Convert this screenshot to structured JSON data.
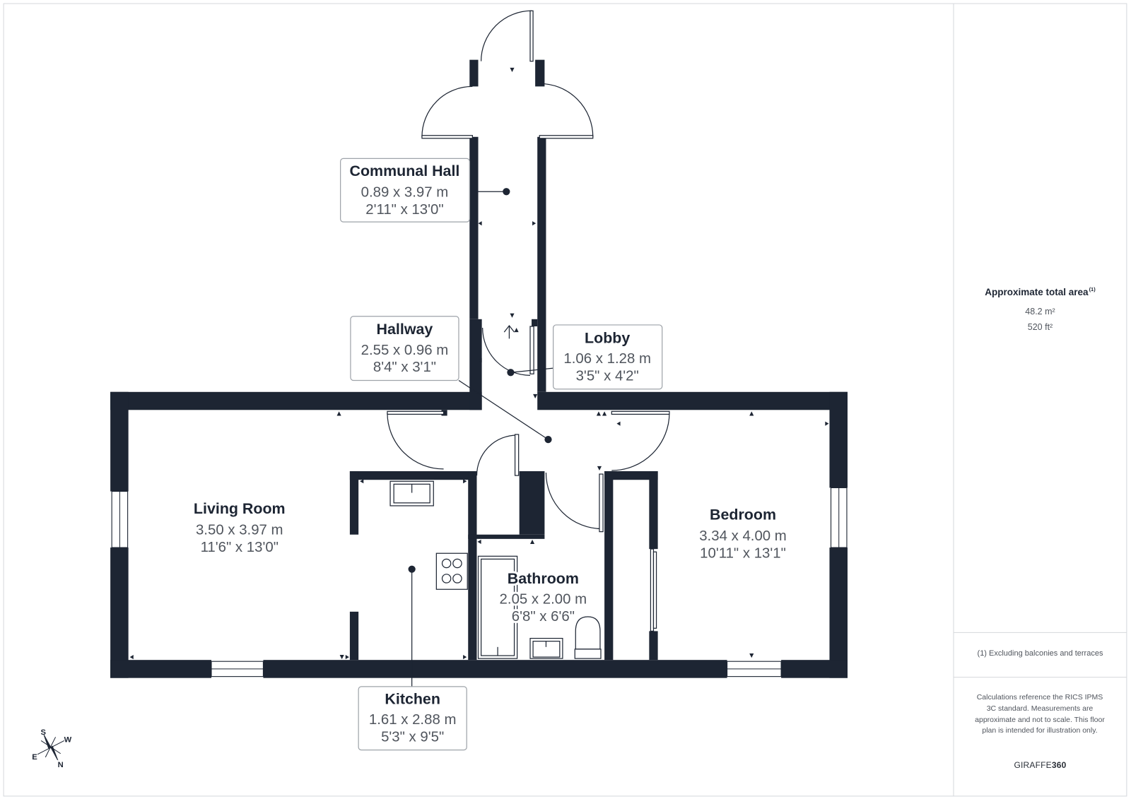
{
  "floor_plan": {
    "rooms": {
      "communal_hall": {
        "name": "Communal Hall",
        "metric": "0.89 x 3.97 m",
        "imperial": "2'11\" x 13'0\""
      },
      "hallway": {
        "name": "Hallway",
        "metric": "2.55 x 0.96 m",
        "imperial": "8'4\" x 3'1\""
      },
      "lobby": {
        "name": "Lobby",
        "metric": "1.06 x 1.28 m",
        "imperial": "3'5\" x 4'2\""
      },
      "living_room": {
        "name": "Living Room",
        "metric": "3.50 x 3.97 m",
        "imperial": "11'6\" x 13'0\""
      },
      "bedroom": {
        "name": "Bedroom",
        "metric": "3.34 x 4.00 m",
        "imperial": "10'11\" x 13'1\""
      },
      "bathroom": {
        "name": "Bathroom",
        "metric": "2.05 x 2.00 m",
        "imperial": "6'8\" x 6'6\""
      },
      "kitchen": {
        "name": "Kitchen",
        "metric": "1.61 x 2.88 m",
        "imperial": "5'3\" x 9'5\""
      }
    },
    "compass": {
      "s": "S",
      "w": "W",
      "e": "E",
      "n": "N"
    },
    "icons": [
      "compass-icon",
      "entrance-arrow-icon",
      "hob-icon",
      "sink-icon",
      "toilet-icon",
      "bath-icon"
    ]
  },
  "summary": {
    "total_area_label": "Approximate total area",
    "total_area_note_marker": "(1)",
    "area_m2": "48.2 m²",
    "area_ft2": "520 ft²",
    "footnote": "(1) Excluding balconies and terraces",
    "disclaimer": "Calculations reference the RICS IPMS 3C standard. Measurements are approximate and not to scale. This floor plan is intended for illustration only.",
    "brand": {
      "name": "GIRAFFE",
      "suffix": "360"
    }
  },
  "colors": {
    "wall": "#1d2533",
    "title_text": "#1d2533",
    "dimension_text": "#50555d",
    "label_border": "#9ea3a9",
    "frame": "#d5d8dc"
  }
}
